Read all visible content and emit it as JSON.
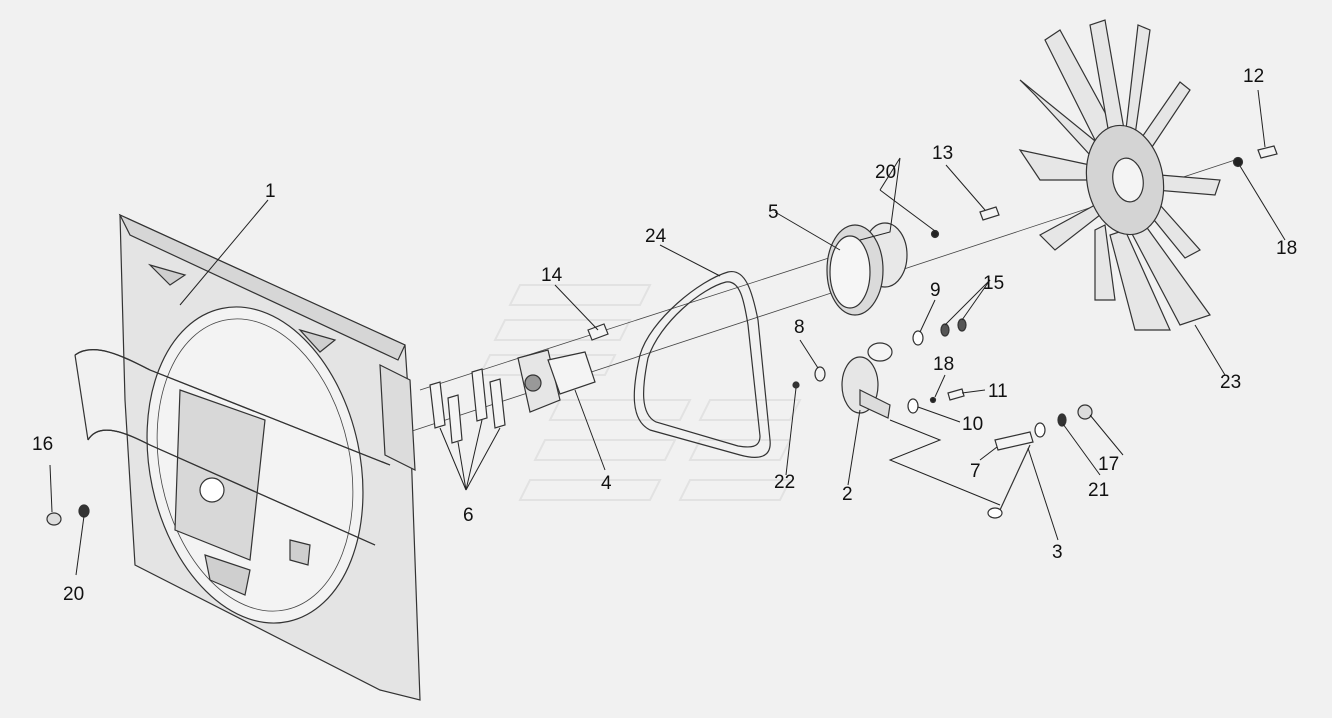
{
  "diagram": {
    "callouts": [
      {
        "id": "1",
        "text": "1"
      },
      {
        "id": "2",
        "text": "2"
      },
      {
        "id": "3",
        "text": "3"
      },
      {
        "id": "4",
        "text": "4"
      },
      {
        "id": "5",
        "text": "5"
      },
      {
        "id": "6",
        "text": "6"
      },
      {
        "id": "7",
        "text": "7"
      },
      {
        "id": "8",
        "text": "8"
      },
      {
        "id": "9",
        "text": "9"
      },
      {
        "id": "10",
        "text": "10"
      },
      {
        "id": "11",
        "text": "11"
      },
      {
        "id": "12",
        "text": "12"
      },
      {
        "id": "13",
        "text": "13"
      },
      {
        "id": "14",
        "text": "14"
      },
      {
        "id": "15",
        "text": "15"
      },
      {
        "id": "16",
        "text": "16"
      },
      {
        "id": "17",
        "text": "17"
      },
      {
        "id": "18a",
        "text": "18"
      },
      {
        "id": "18b",
        "text": "18"
      },
      {
        "id": "20a",
        "text": "20"
      },
      {
        "id": "20b",
        "text": "20"
      },
      {
        "id": "21",
        "text": "21"
      },
      {
        "id": "22",
        "text": "22"
      },
      {
        "id": "23",
        "text": "23"
      },
      {
        "id": "24",
        "text": "24"
      }
    ]
  }
}
